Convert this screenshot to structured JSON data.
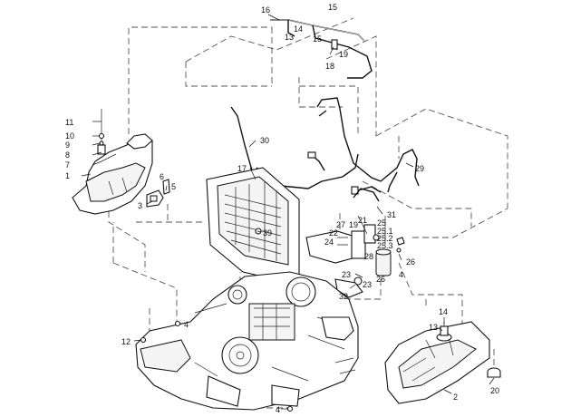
{
  "callouts": [
    {
      "id": "c1",
      "text": "1"
    },
    {
      "id": "c2",
      "text": "2"
    },
    {
      "id": "c3",
      "text": "3"
    },
    {
      "id": "c4a",
      "text": "4"
    },
    {
      "id": "c4b",
      "text": "4"
    },
    {
      "id": "c4c",
      "text": "4"
    },
    {
      "id": "c5",
      "text": "5"
    },
    {
      "id": "c6",
      "text": "6"
    },
    {
      "id": "c7",
      "text": "7"
    },
    {
      "id": "c8",
      "text": "8"
    },
    {
      "id": "c9",
      "text": "9"
    },
    {
      "id": "c10",
      "text": "10"
    },
    {
      "id": "c11",
      "text": "11"
    },
    {
      "id": "c12",
      "text": "12"
    },
    {
      "id": "c13a",
      "text": "13"
    },
    {
      "id": "c13b",
      "text": "13"
    },
    {
      "id": "c14a",
      "text": "14"
    },
    {
      "id": "c14b",
      "text": "14"
    },
    {
      "id": "c15a",
      "text": "15"
    },
    {
      "id": "c15b",
      "text": "15"
    },
    {
      "id": "c16",
      "text": "16"
    },
    {
      "id": "c17",
      "text": "17"
    },
    {
      "id": "c18",
      "text": "18"
    },
    {
      "id": "c19a",
      "text": "19"
    },
    {
      "id": "c19b",
      "text": "19"
    },
    {
      "id": "c20",
      "text": "20"
    },
    {
      "id": "c21",
      "text": "21"
    },
    {
      "id": "c22",
      "text": "22"
    },
    {
      "id": "c23a",
      "text": "23"
    },
    {
      "id": "c23b",
      "text": "23"
    },
    {
      "id": "c24",
      "text": "24"
    },
    {
      "id": "c25",
      "text": "25"
    },
    {
      "id": "c251",
      "text": "25.1"
    },
    {
      "id": "c252",
      "text": "25.2"
    },
    {
      "id": "c253",
      "text": "25.3"
    },
    {
      "id": "c26a",
      "text": "26"
    },
    {
      "id": "c26b",
      "text": "26"
    },
    {
      "id": "c27",
      "text": "27"
    },
    {
      "id": "c28",
      "text": "28"
    },
    {
      "id": "c29",
      "text": "29"
    },
    {
      "id": "c30",
      "text": "30"
    },
    {
      "id": "c31",
      "text": "31"
    },
    {
      "id": "c32",
      "text": "32"
    },
    {
      "id": "c39",
      "text": "39"
    }
  ]
}
